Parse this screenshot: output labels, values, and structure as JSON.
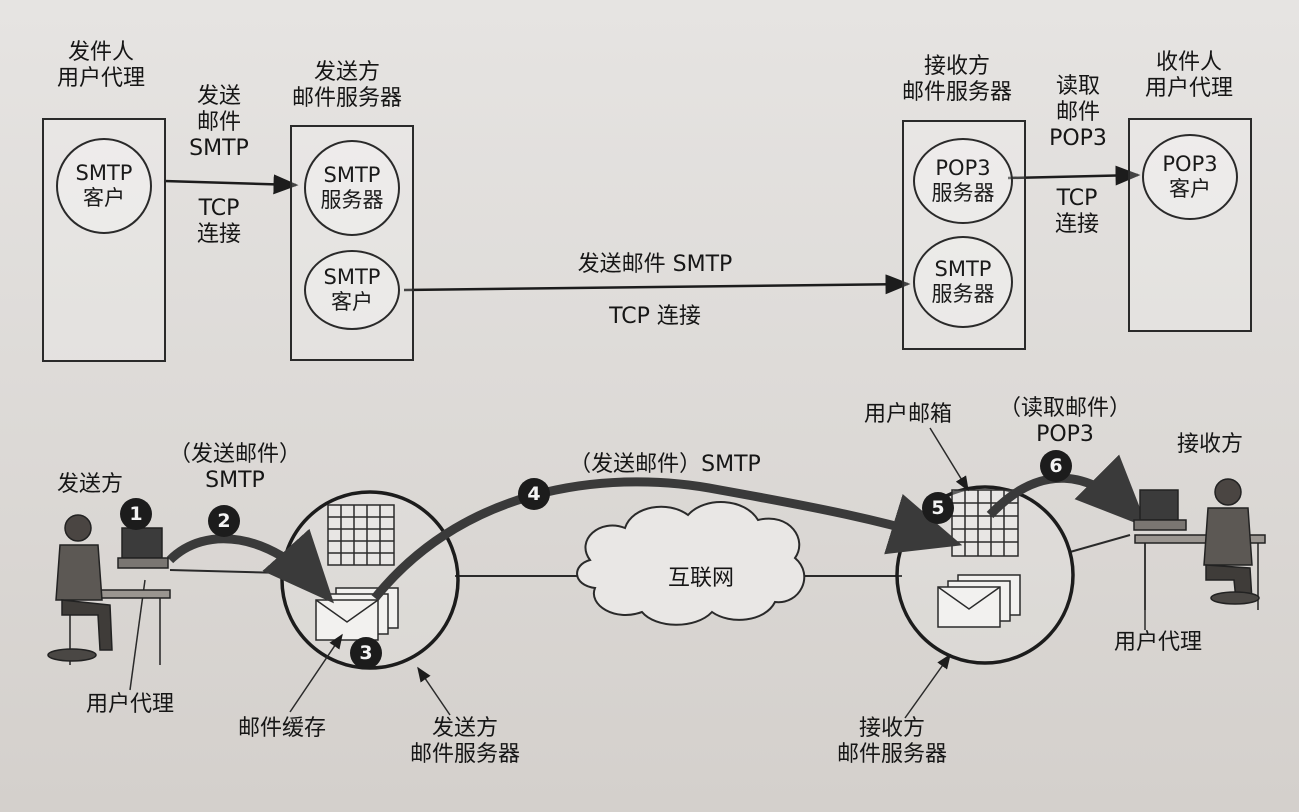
{
  "top": {
    "sender_agent_title": [
      "发件人",
      "用户代理"
    ],
    "sender_server_title": [
      "发送方",
      "邮件服务器"
    ],
    "receiver_server_title": [
      "接收方",
      "邮件服务器"
    ],
    "recipient_agent_title": [
      "收件人",
      "用户代理"
    ],
    "smtp_client_1": [
      "SMTP",
      "客户"
    ],
    "smtp_server_1": [
      "SMTP",
      "服务器"
    ],
    "smtp_client_2": [
      "SMTP",
      "客户"
    ],
    "pop3_server": [
      "POP3",
      "服务器"
    ],
    "smtp_server_2": [
      "SMTP",
      "服务器"
    ],
    "pop3_client": [
      "POP3",
      "客户"
    ],
    "link1_top": [
      "发送",
      "邮件",
      "SMTP"
    ],
    "link1_bottom": [
      "TCP",
      "连接"
    ],
    "link2_top": "发送邮件 SMTP",
    "link2_bottom": "TCP 连接",
    "link3_top": [
      "读取",
      "邮件",
      "POP3"
    ],
    "link3_bottom": [
      "TCP",
      "连接"
    ]
  },
  "bottom": {
    "sender_label": "发送方",
    "receiver_label": "接收方",
    "send_smtp_1": [
      "（发送邮件）",
      "SMTP"
    ],
    "send_smtp_2": "（发送邮件）SMTP",
    "read_pop3": [
      "（读取邮件）",
      "POP3"
    ],
    "mailbox_label": "用户邮箱",
    "internet_label": "互联网",
    "user_agent_left": "用户代理",
    "user_agent_right": "用户代理",
    "mail_cache": "邮件缓存",
    "sender_server_label": [
      "发送方",
      "邮件服务器"
    ],
    "receiver_server_label": [
      "接收方",
      "邮件服务器"
    ],
    "steps": [
      "1",
      "2",
      "3",
      "4",
      "5",
      "6"
    ]
  }
}
